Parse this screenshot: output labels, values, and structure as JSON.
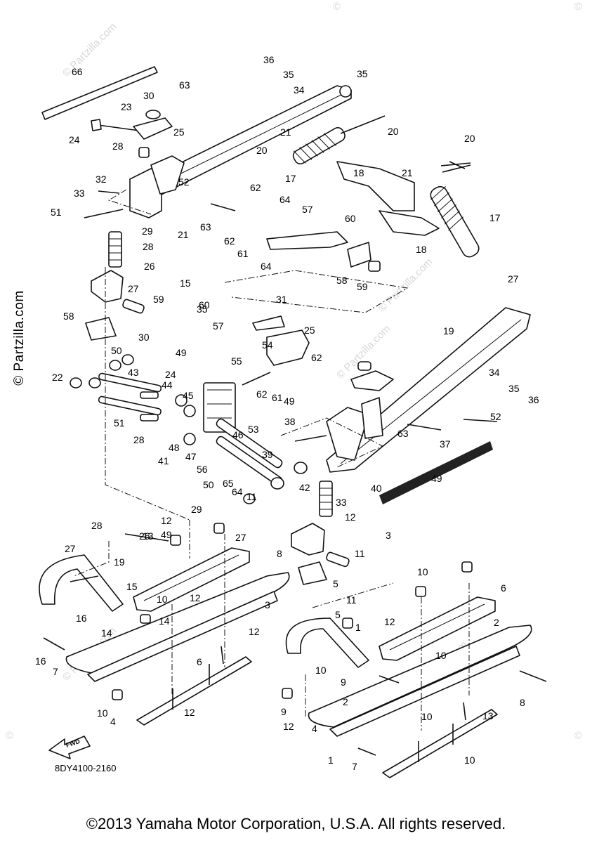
{
  "diagram": {
    "code": "8DY4100-2160",
    "fwd_label": "FWD",
    "copyright": "©2013 Yamaha Motor Corporation, U.S.A. All rights reserved.",
    "side_watermark": "© Partzilla.com",
    "corner_watermarks": [
      "©",
      "©",
      "©",
      "©"
    ],
    "diagonal_watermarks": [
      "© Partzilla.com",
      "© Partzilla.com",
      "© Partzilla.com",
      "© Partzilla.com",
      "© Partzilla.com"
    ],
    "callouts": [
      "66",
      "36",
      "35",
      "34",
      "35",
      "63",
      "30",
      "23",
      "25",
      "24",
      "28",
      "20",
      "21",
      "20",
      "32",
      "52",
      "17",
      "18",
      "21",
      "20",
      "33",
      "62",
      "64",
      "57",
      "51",
      "63",
      "62",
      "61",
      "64",
      "60",
      "18",
      "17",
      "29",
      "21",
      "28",
      "58",
      "59",
      "35",
      "27",
      "26",
      "15",
      "27",
      "59",
      "60",
      "31",
      "19",
      "58",
      "57",
      "25",
      "30",
      "22",
      "49",
      "54",
      "64",
      "34",
      "35",
      "36",
      "50",
      "55",
      "62",
      "43",
      "62",
      "61",
      "49",
      "52",
      "24",
      "44",
      "45",
      "38",
      "51",
      "46",
      "53",
      "37",
      "63",
      "28",
      "48",
      "47",
      "41",
      "56",
      "39",
      "49",
      "50",
      "65",
      "42",
      "40",
      "29",
      "33",
      "12",
      "28",
      "13",
      "11",
      "49",
      "12",
      "27",
      "3",
      "26",
      "11",
      "27",
      "8",
      "19",
      "5",
      "10",
      "15",
      "12",
      "10",
      "6",
      "11",
      "3",
      "16",
      "14",
      "2",
      "12",
      "5",
      "14",
      "12",
      "1",
      "16",
      "10",
      "7",
      "6",
      "10",
      "9",
      "2",
      "8",
      "10",
      "13",
      "12",
      "9",
      "4",
      "10",
      "12",
      "4",
      "1",
      "10",
      "7"
    ]
  }
}
